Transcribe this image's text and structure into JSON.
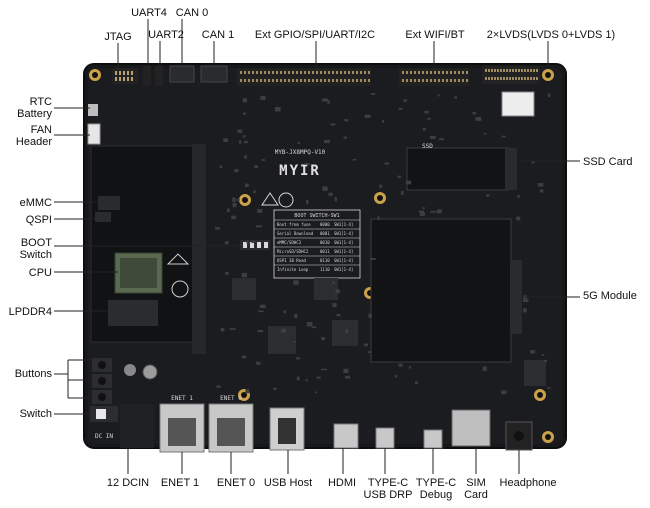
{
  "labels": {
    "jtag": "JTAG",
    "uart4": "UART4",
    "uart2": "UART2",
    "can0": "CAN 0",
    "can1": "CAN 1",
    "ext_gpio": "Ext GPIO/SPI/UART/I2C",
    "ext_wifi": "Ext WIFI/BT",
    "lvds": "2×LVDS(LVDS 0+LVDS 1)",
    "rtc_line1": "RTC",
    "rtc_line2": "Battery",
    "fan_line1": "FAN",
    "fan_line2": "Header",
    "emmc": "eMMC",
    "qspi": "QSPI",
    "boot_line1": "BOOT",
    "boot_line2": "Switch",
    "cpu": "CPU",
    "lpddr4": "LPDDR4",
    "buttons": "Buttons",
    "switch": "Switch",
    "ssd_card": "SSD Card",
    "module_5g": "5G Module",
    "dcin": "12 DCIN",
    "enet1": "ENET 1",
    "enet0": "ENET 0",
    "usb_host": "USB Host",
    "hdmi": "HDMI",
    "typec_drp_line1": "TYPE-C",
    "typec_drp_line2": "USB DRP",
    "typec_debug_line1": "TYPE-C",
    "typec_debug_line2": "Debug",
    "sim_line1": "SIM",
    "sim_line2": "Card",
    "headphone": "Headphone"
  },
  "silkscreen": {
    "board_id": "MYB-JX8MPQ-V10",
    "brand": "MYIR",
    "ssd": "SSD",
    "enet1": "ENET 1",
    "enet0": "ENET 0",
    "dc_in": "DC IN",
    "boot_table_title": "BOOT SWITCH-SW1",
    "boot_rows": [
      [
        "Boot from fuse",
        "0000",
        "SW1[1-4]"
      ],
      [
        "Serial Download",
        "0001",
        "SW1[1-4]"
      ],
      [
        "eMMC/SDHC3",
        "0010",
        "SW1[1-4]"
      ],
      [
        "MicroSD/SDHC2",
        "0011",
        "SW1[1-4]"
      ],
      [
        "QSPI 3B Read",
        "0110",
        "SW1[1-4]"
      ],
      [
        "Infinite Loop",
        "1110",
        "SW1[1-4]"
      ]
    ]
  },
  "colors": {
    "pcb": "#17181a",
    "pcb_edge": "#0d0e10",
    "mounting_hole": "#c9a24a",
    "label_text": "#111111",
    "leader_line": "#222222",
    "silk": "#d8d8d8"
  }
}
